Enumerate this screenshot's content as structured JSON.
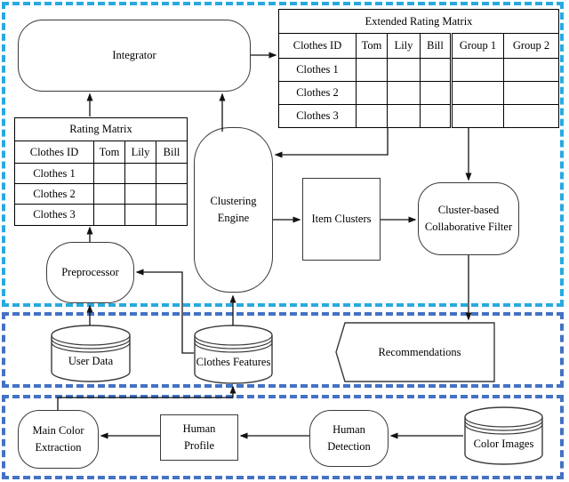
{
  "colors": {
    "outer_region_border": "#29A9E1",
    "inner_region_border": "#4472C4",
    "shape_border": "#3A3A3A",
    "connector": "#111111"
  },
  "nodes": {
    "integrator": "Integrator",
    "clustering_engine": "Clustering Engine",
    "item_clusters": "Item Clusters",
    "cluster_based_collaborative_filter": "Cluster-based Collaborative Filter",
    "preprocessor": "Preprocessor",
    "user_data": "User Data",
    "clothes_features": "Clothes Features",
    "recommendations": "Recommendations",
    "main_color_extraction": "Main Color Extraction",
    "human_profile": "Human Profile",
    "human_detection": "Human Detection",
    "color_images": "Color Images"
  },
  "tables": {
    "rating_matrix": {
      "title": "Rating Matrix",
      "columns": [
        "Clothes ID",
        "Tom",
        "Lily",
        "Bill"
      ],
      "rows": [
        "Clothes 1",
        "Clothes 2",
        "Clothes 3"
      ]
    },
    "extended_rating_matrix": {
      "title": "Extended Rating Matrix",
      "columns": [
        "Clothes ID",
        "Tom",
        "Lily",
        "Bill",
        "Group 1",
        "Group 2"
      ],
      "rows": [
        "Clothes 1",
        "Clothes 2",
        "Clothes 3"
      ]
    }
  }
}
